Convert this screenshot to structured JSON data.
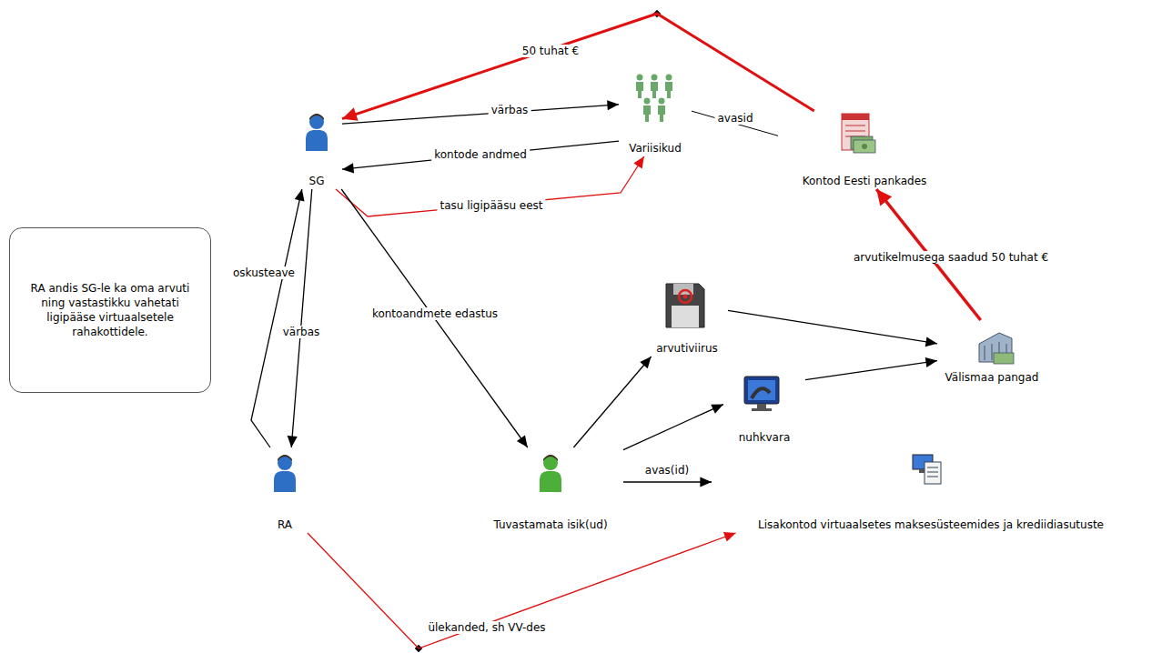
{
  "diagram": {
    "nodes": [
      {
        "text": [
          "SG"
        ]
      },
      {
        "text": [
          "Variisikud"
        ]
      },
      {
        "text": [
          "Kontod Eesti pankades"
        ]
      },
      {
        "text": [
          "RA andis SG-le ka oma arvuti ning vastastikku vahetati ligipääse virtuaalsetele rahakottidele."
        ]
      },
      {
        "text": [
          "RA"
        ]
      },
      {
        "text": [
          "Tuvastamata isik(ud)"
        ]
      },
      {
        "text": [
          "arvutiviirus"
        ]
      },
      {
        "text": [
          "nuhkvara"
        ]
      },
      {
        "text": [
          "Välismaa pangad"
        ]
      },
      {
        "text": [
          "Lisakontod virtuaalsetes maksesüsteemides ja krediidiasutuste"
        ]
      }
    ],
    "edges": [
      {
        "from": 0,
        "to": 1,
        "label": "värbas",
        "arrow": "to"
      },
      {
        "from": 1,
        "to": 0,
        "label": "kontode andmed",
        "arrow": "to"
      },
      {
        "from": 0,
        "to": 1,
        "label": "tasu ligipääsu eest",
        "arrow": "to"
      },
      {
        "from": 1,
        "to": 2,
        "label": "avasid",
        "arrow": "none"
      },
      {
        "from": 2,
        "to": 0,
        "label": "50 tuhat €",
        "arrow": "to"
      },
      {
        "from": 4,
        "to": 0,
        "label": "oskusteave",
        "arrow": "to"
      },
      {
        "from": 0,
        "to": 4,
        "label": "värbas",
        "arrow": "to"
      },
      {
        "from": 0,
        "to": 5,
        "label": "kontoandmete edastus",
        "arrow": "to"
      },
      {
        "from": 5,
        "to": 6,
        "arrow": "to"
      },
      {
        "from": 5,
        "to": 7,
        "arrow": "to"
      },
      {
        "from": 5,
        "to": 9,
        "label": "avas(id)",
        "arrow": "to"
      },
      {
        "from": 6,
        "to": 8,
        "arrow": "to"
      },
      {
        "from": 7,
        "to": 8,
        "arrow": "to"
      },
      {
        "from": 8,
        "to": 2,
        "label": "arvutikelmusega saadud 50 tuhat €",
        "arrow": "to"
      },
      {
        "from": 4,
        "to": 9,
        "label": "ülekanded, sh VV-des",
        "arrow": "to"
      }
    ]
  }
}
